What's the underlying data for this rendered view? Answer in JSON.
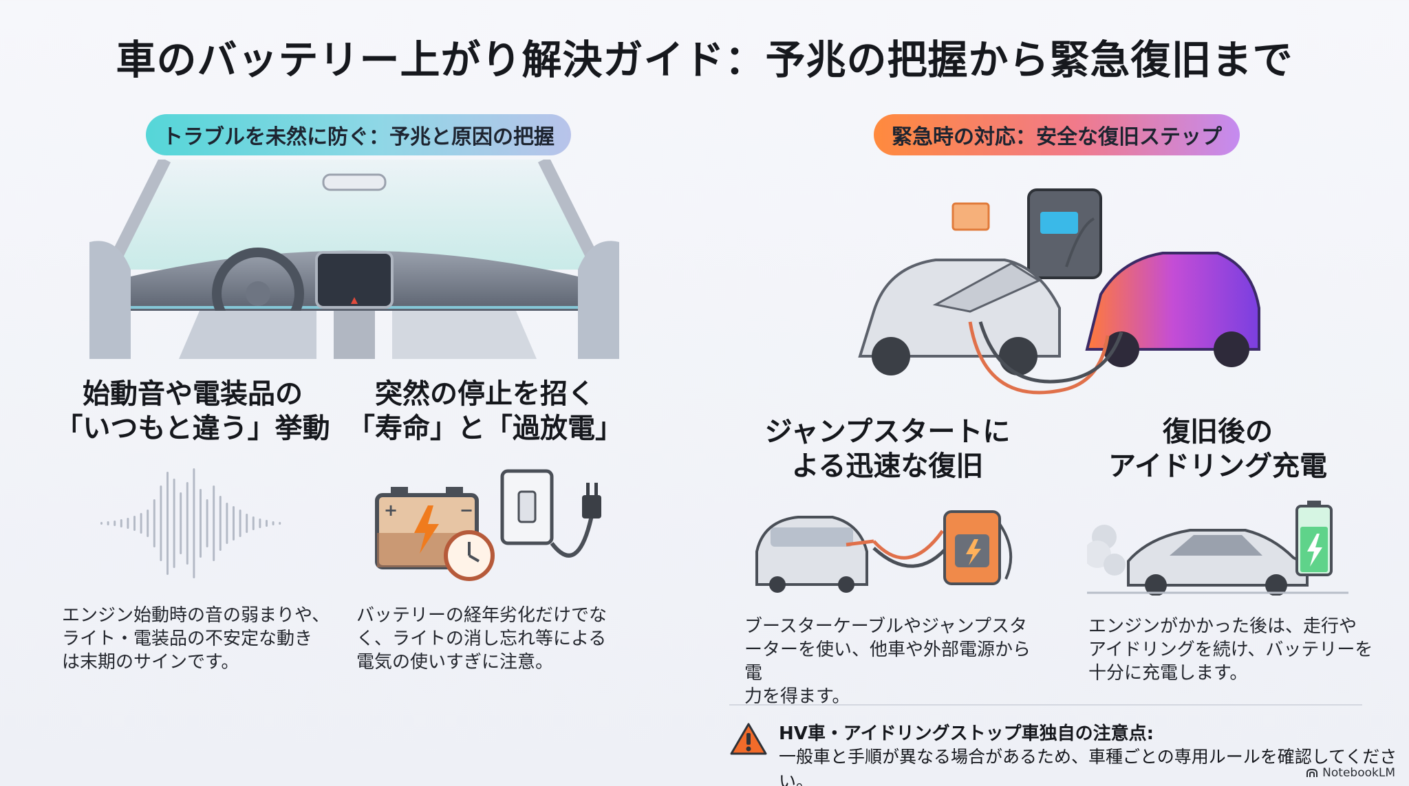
{
  "title": "車のバッテリー上がり解決ガイド：予兆の把握から緊急復旧まで",
  "left_section": {
    "pill_label": "トラブルを未然に防ぐ：予兆と原因の把握",
    "columns": [
      {
        "heading_line1": "始動音や電装品の",
        "heading_line2": "「いつもと違う」挙動",
        "body": "エンジン始動時の音の弱まりや、\nライト・電装品の不安定な動き\nは末期のサインです。",
        "icon": "sound-wave-icon"
      },
      {
        "heading_line1": "突然の停止を招く",
        "heading_line2": "「寿命」と「過放電」",
        "body": "バッテリーの経年劣化だけでな\nく、ライトの消し忘れ等による\n電気の使いすぎに注意。",
        "icon": "battery-clock-switch-plug-icon"
      }
    ]
  },
  "right_section": {
    "pill_label": "緊急時の対応：安全な復旧ステップ",
    "columns": [
      {
        "heading_line1": "ジャンプスタートに",
        "heading_line2": "よる迅速な復旧",
        "body": "ブースターケーブルやジャンプスタ\nーターを使い、他車や外部電源から電\n力を得ます。",
        "icon": "car-jump-starter-icon"
      },
      {
        "heading_line1": "復旧後の",
        "heading_line2": "アイドリング充電",
        "body": "エンジンがかかった後は、走行や\nアイドリングを続け、バッテリーを\n十分に充電します。",
        "icon": "car-charging-battery-icon"
      }
    ]
  },
  "warning": {
    "title": "HV車・アイドリングストップ車独自の注意点:",
    "body": "一般車と手順が異なる場合があるため、車種ごとの専用ルールを確認してください。"
  },
  "brand": "NotebookLM",
  "colors": {
    "teal_accent": "#55d6d8",
    "orange_accent": "#ff8a3d",
    "purple_accent": "#9b4dff",
    "warning": "#f26b2a"
  }
}
